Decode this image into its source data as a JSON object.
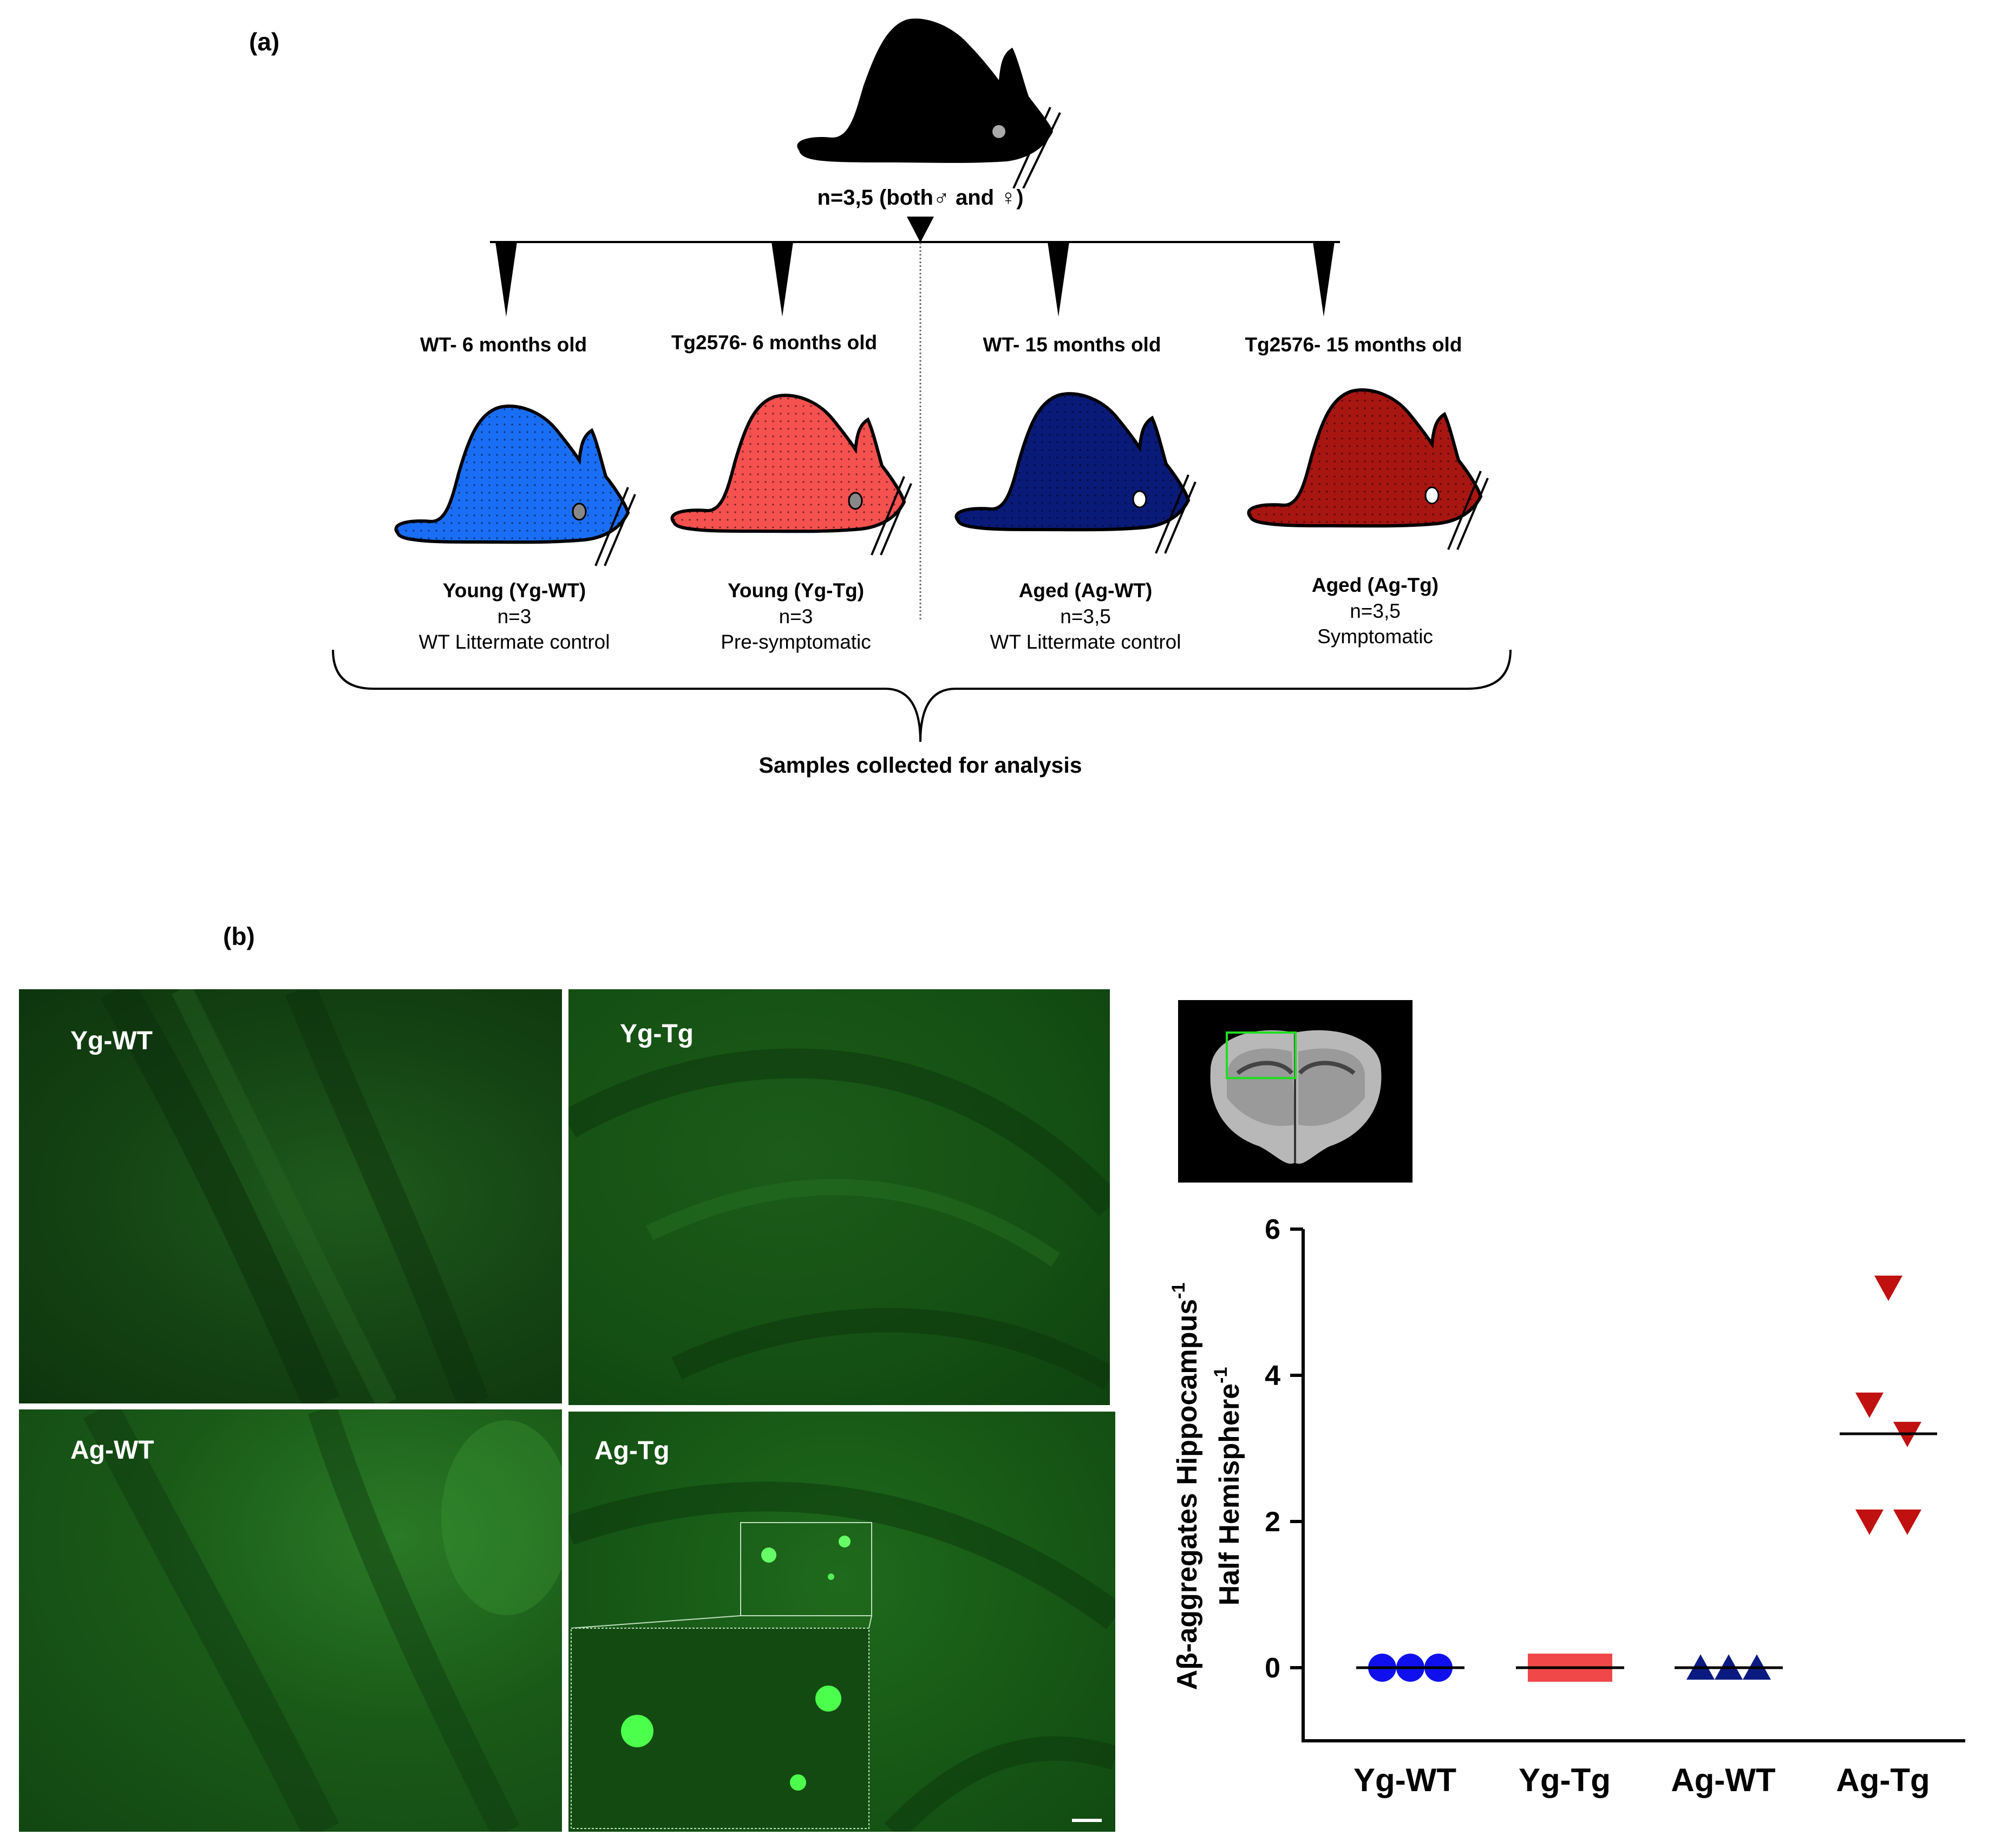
{
  "panel_a": {
    "letter": "(a)",
    "mouse_n": "n=3,5 (both♂ and ♀)",
    "groups": [
      {
        "header": "WT- 6 months old",
        "name": "Young (Yg-WT)",
        "n": "n=3",
        "desc": "WT Littermate control",
        "color": "#1a6ef5",
        "eye": "#888888"
      },
      {
        "header": "Tg2576- 6 months old",
        "name": "Young (Yg-Tg)",
        "n": "n=3",
        "desc": "Pre-symptomatic",
        "color": "#f5514f",
        "eye": "#888888"
      },
      {
        "header": "WT- 15 months old",
        "name": "Aged (Ag-WT)",
        "n": "n=3,5",
        "desc": "WT Littermate control",
        "color": "#0a1a78",
        "eye": "#ffffff"
      },
      {
        "header": "Tg2576- 15 months old",
        "name": "Aged (Ag-Tg)",
        "n": "n=3,5",
        "desc": "Symptomatic",
        "color": "#a81612",
        "eye": "#ffffff"
      }
    ],
    "footer": "Samples collected for analysis"
  },
  "panel_b": {
    "letter": "(b)",
    "micrographs": [
      {
        "label": "Yg-WT"
      },
      {
        "label": "Yg-Tg"
      },
      {
        "label": "Ag-WT"
      },
      {
        "label": "Ag-Tg"
      }
    ]
  },
  "chart_data": {
    "type": "scatter",
    "ylabel_line1": "Aβ-aggregates Hippocampus",
    "ylabel_line2": "Half Hemisphere",
    "ylabel_sup": "-1",
    "ylim": [
      -1,
      6
    ],
    "yticks": [
      "0",
      "2",
      "4",
      "6"
    ],
    "categories": [
      "Yg-WT",
      "Yg-Tg",
      "Ag-WT",
      "Ag-Tg"
    ],
    "series": [
      {
        "category": "Yg-WT",
        "marker": "circle",
        "color": "#1010ee",
        "values": [
          0,
          0,
          0
        ],
        "mean": 0
      },
      {
        "category": "Yg-Tg",
        "marker": "square",
        "color": "#f04848",
        "values": [
          0,
          0,
          0
        ],
        "mean": 0
      },
      {
        "category": "Ag-WT",
        "marker": "triangle-up",
        "color": "#0a1a80",
        "values": [
          0,
          0,
          0
        ],
        "mean": 0
      },
      {
        "category": "Ag-Tg",
        "marker": "triangle-down",
        "color": "#c01010",
        "values": [
          5.2,
          3.6,
          3.2,
          2.0,
          2.0
        ],
        "mean": 3.2
      }
    ]
  }
}
